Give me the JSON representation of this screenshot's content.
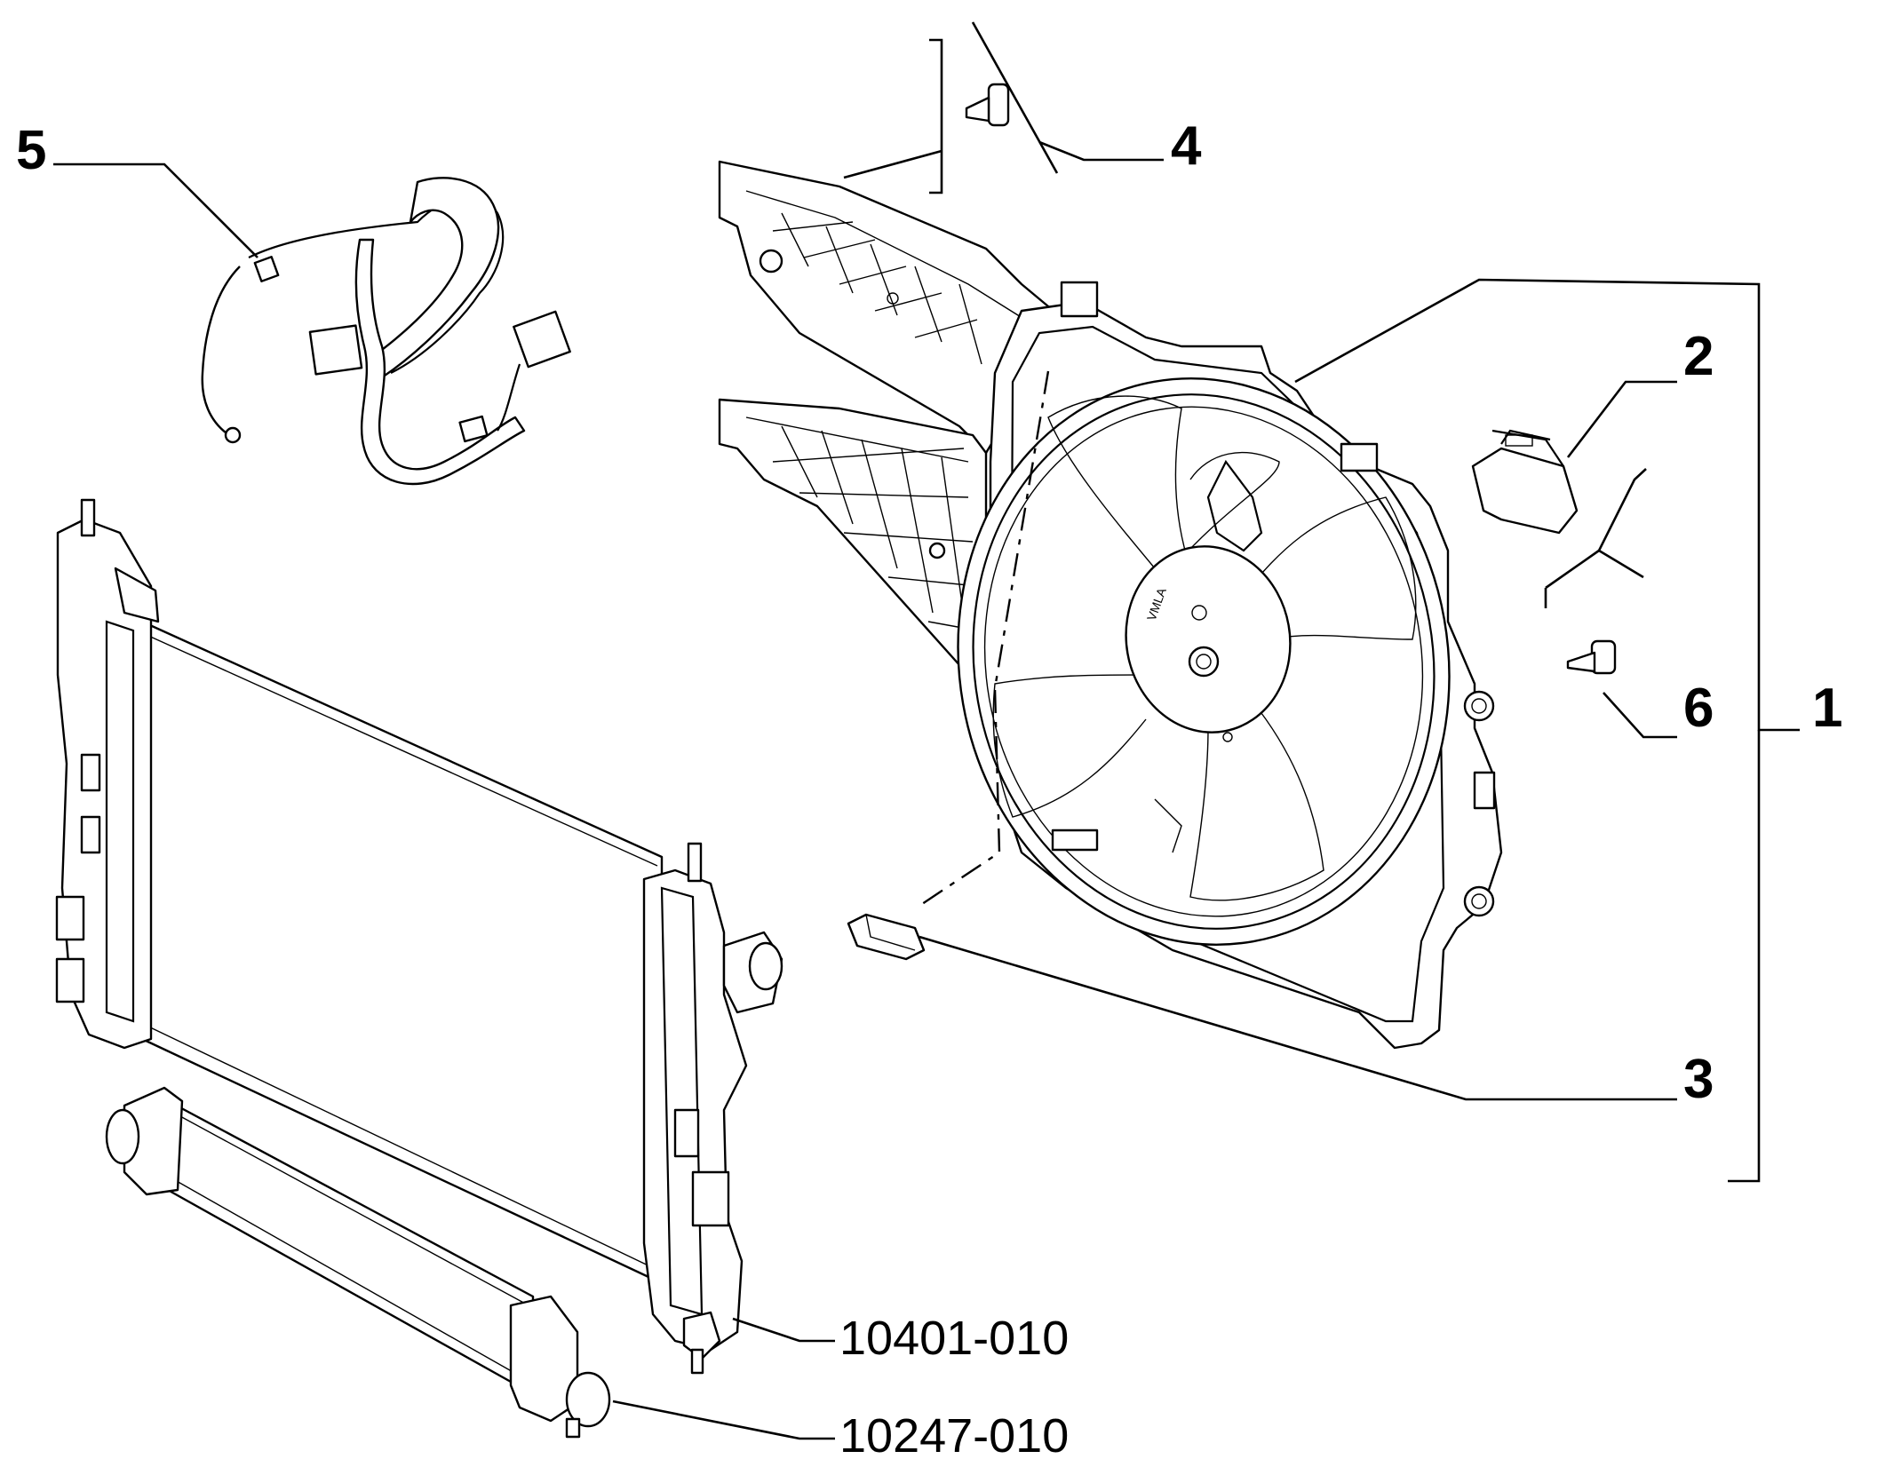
{
  "diagram": {
    "callouts": {
      "c1": "1",
      "c2": "2",
      "c3": "3",
      "c4": "4",
      "c5": "5",
      "c6": "6",
      "radiator_ref": "10401-010",
      "intercooler_ref": "10247-010"
    },
    "fan_hub_marking": "VMLA"
  }
}
